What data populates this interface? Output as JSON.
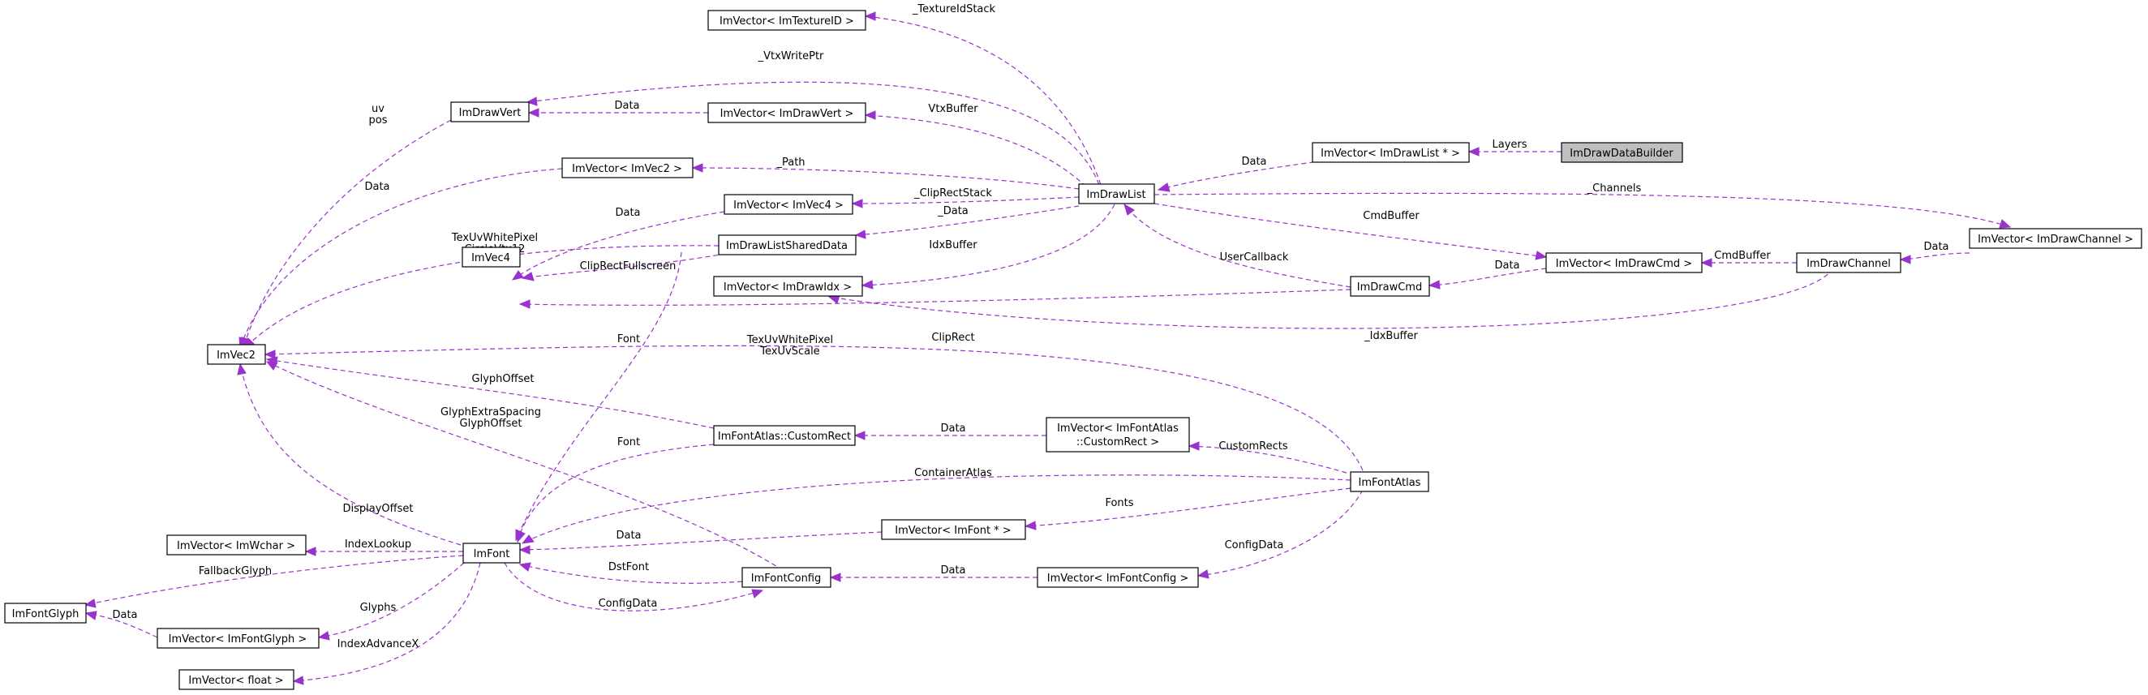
{
  "diagram": {
    "nodes": {
      "texid": "ImVector< ImTextureID >",
      "drawvert": "ImDrawVert",
      "vecdrawvert": "ImVector< ImDrawVert >",
      "vecvec2": "ImVector< ImVec2 >",
      "vecvec4": "ImVector< ImVec4 >",
      "shared": "ImDrawListSharedData",
      "imvec4": "ImVec4",
      "vecidx": "ImVector< ImDrawIdx >",
      "imvec2": "ImVec2",
      "drawlist": "ImDrawList",
      "veclistptr": "ImVector< ImDrawList * >",
      "builder": "ImDrawDataBuilder",
      "drawcmd": "ImDrawCmd",
      "veccmd": "ImVector< ImDrawCmd >",
      "channel": "ImDrawChannel",
      "vecchannel": "ImVector< ImDrawChannel >",
      "customrect": "ImFontAtlas::CustomRect",
      "veccustom": [
        "ImVector< ImFontAtlas",
        "::CustomRect >"
      ],
      "atlas": "ImFontAtlas",
      "vecwchar": "ImVector< ImWchar >",
      "font": "ImFont",
      "vecfontptr": "ImVector< ImFont * >",
      "fontconfig": "ImFontConfig",
      "vecfontconfig": "ImVector< ImFontConfig >",
      "fontglyph": "ImFontGlyph",
      "vecglyph": "ImVector< ImFontGlyph >",
      "vecfloat": "ImVector< float >"
    },
    "edges": {
      "texture_id_stack": "_TextureIdStack",
      "vtx_write_ptr": "_VtxWritePtr",
      "uv_pos": [
        "uv",
        "pos"
      ],
      "data_drawvert": "Data",
      "vtx_buffer": "VtxBuffer",
      "data_vec2": "Data",
      "path": "_Path",
      "clip_rect_stack": "_ClipRectStack",
      "data_vec4": "Data",
      "data_shared": "_Data",
      "layers": "Layers",
      "data_drawlist": "Data",
      "channels": "_Channels",
      "cmd_buffer": "CmdBuffer",
      "tex_uv_white_pixel_circle": [
        "TexUvWhitePixel",
        "CircleVtx12"
      ],
      "clip_rect_fullscreen": "ClipRectFullscreen",
      "idx_buffer": "IdxBuffer",
      "user_callback": "UserCallback",
      "data_cmd": "Data",
      "channel_cmd_buffer": "CmdBuffer",
      "data_channel": "Data",
      "font": "Font",
      "clip_rect": "ClipRect",
      "channel_idx_buffer": "_IdxBuffer",
      "tex_uv_scale": [
        "TexUvWhitePixel",
        "TexUvScale"
      ],
      "glyph_offset": "GlyphOffset",
      "glyph_extra_spacing": [
        "GlyphExtraSpacing",
        "GlyphOffset"
      ],
      "font_customrect": "Font",
      "data_customrect": "Data",
      "custom_rects": "CustomRects",
      "container_atlas": "ContainerAtlas",
      "display_offset": "DisplayOffset",
      "fonts": "Fonts",
      "data_fontptr": "Data",
      "index_lookup": "IndexLookup",
      "fallback_glyph": "FallbackGlyph",
      "dst_font": "DstFont",
      "data_fontconfig": "Data",
      "config_data_atlas": "ConfigData",
      "glyphs": "Glyphs",
      "data_glyph": "Data",
      "config_data_font": "ConfigData",
      "index_advance_x": "IndexAdvanceX"
    }
  }
}
